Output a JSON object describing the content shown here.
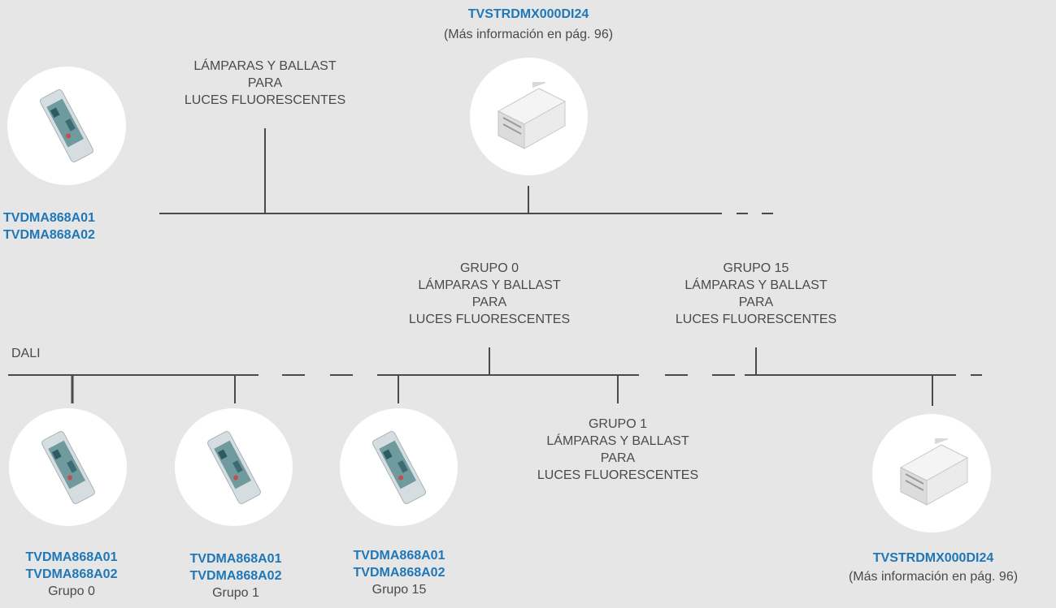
{
  "top": {
    "device_code": "TVSTRDMX000DI24",
    "device_note": "(Más información en pág. 96)",
    "lamp_label": [
      "LÁMPARAS Y BALLAST",
      "PARA",
      "LUCES FLUORESCENTES"
    ],
    "dimmer_codes": [
      "TVDMA868A01",
      "TVDMA868A02"
    ]
  },
  "bottom": {
    "bus_label": "DALI",
    "groups": [
      {
        "label": [
          "GRUPO 0",
          "LÁMPARAS Y BALLAST",
          "PARA",
          "LUCES FLUORESCENTES"
        ]
      },
      {
        "label": [
          "GRUPO 1",
          "LÁMPARAS Y BALLAST",
          "PARA",
          "LUCES FLUORESCENTES"
        ]
      },
      {
        "label": [
          "GRUPO 15",
          "LÁMPARAS Y BALLAST",
          "PARA",
          "LUCES FLUORESCENTES"
        ]
      }
    ],
    "dimmers": [
      {
        "codes": [
          "TVDMA868A01",
          "TVDMA868A02"
        ],
        "group": "Grupo 0"
      },
      {
        "codes": [
          "TVDMA868A01",
          "TVDMA868A02"
        ],
        "group": "Grupo 1"
      },
      {
        "codes": [
          "TVDMA868A01",
          "TVDMA868A02"
        ],
        "group": "Grupo 15"
      }
    ],
    "device_code": "TVSTRDMX000DI24",
    "device_note": "(Más información en pág. 96)"
  },
  "colors": {
    "background": "#e6e6e6",
    "code_text": "#1f77b8",
    "body_text": "#4a4a4a",
    "wire": "#4a4a4a"
  },
  "icons": {
    "dimmer": "dimmer-module-icon",
    "dmx_device": "din-rail-module-icon"
  }
}
